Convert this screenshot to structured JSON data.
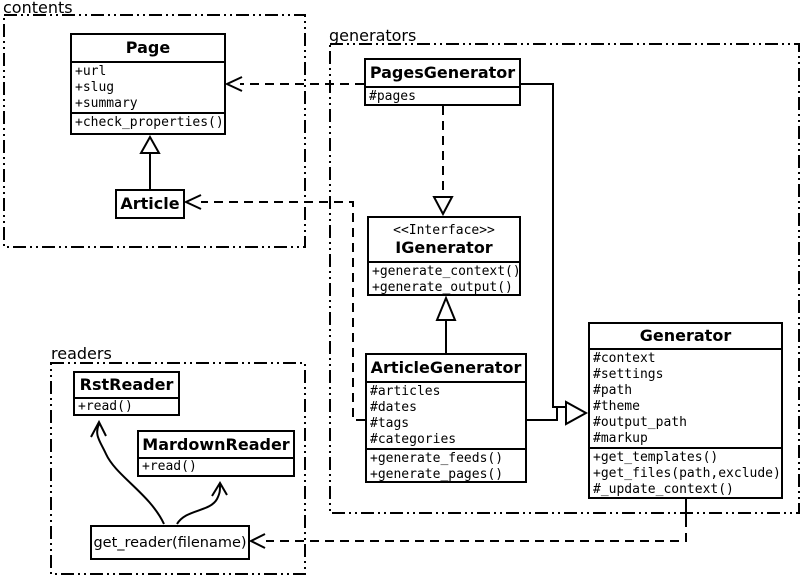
{
  "packages": {
    "contents": {
      "label": "contents"
    },
    "generators": {
      "label": "generators"
    },
    "readers": {
      "label": "readers"
    }
  },
  "classes": {
    "page": {
      "title": "Page",
      "attrs": [
        "+url",
        "+slug",
        "+summary"
      ],
      "methods": [
        "+check_properties()"
      ]
    },
    "article": {
      "title": "Article"
    },
    "pages_generator": {
      "title": "PagesGenerator",
      "attrs": [
        "#pages"
      ]
    },
    "igenerator": {
      "stereotype": "<<Interface>>",
      "title": "IGenerator",
      "methods": [
        "+generate_context()",
        "+generate_output()"
      ]
    },
    "article_generator": {
      "title": "ArticleGenerator",
      "attrs": [
        "#articles",
        "#dates",
        "#tags",
        "#categories"
      ],
      "methods": [
        "+generate_feeds()",
        "+generate_pages()"
      ]
    },
    "generator": {
      "title": "Generator",
      "attrs": [
        "#context",
        "#settings",
        "#path",
        "#theme",
        "#output_path",
        "#markup"
      ],
      "methods": [
        "+get_templates()",
        "+get_files(path,exclude)",
        "#_update_context()"
      ]
    },
    "rst_reader": {
      "title": "RstReader",
      "methods": [
        "+read()"
      ]
    },
    "mardown_reader": {
      "title": "MardownReader",
      "methods": [
        "+read()"
      ]
    },
    "get_reader": {
      "label": "get_reader(filename)"
    }
  },
  "relations": [
    {
      "from": "Article",
      "to": "Page",
      "type": "generalization"
    },
    {
      "from": "PagesGenerator",
      "to": "Page",
      "type": "dependency"
    },
    {
      "from": "ArticleGenerator",
      "to": "Article",
      "type": "dependency"
    },
    {
      "from": "PagesGenerator",
      "to": "IGenerator",
      "type": "realization"
    },
    {
      "from": "ArticleGenerator",
      "to": "IGenerator",
      "type": "generalization"
    },
    {
      "from": "PagesGenerator",
      "to": "Generator",
      "type": "generalization"
    },
    {
      "from": "ArticleGenerator",
      "to": "Generator",
      "type": "generalization"
    },
    {
      "from": "Generator",
      "to": "get_reader(filename)",
      "type": "dependency"
    },
    {
      "from": "get_reader(filename)",
      "to": "RstReader",
      "type": "arrow"
    },
    {
      "from": "get_reader(filename)",
      "to": "MardownReader",
      "type": "arrow"
    }
  ],
  "colors": {
    "ink": "#000000",
    "paper": "#ffffff"
  }
}
